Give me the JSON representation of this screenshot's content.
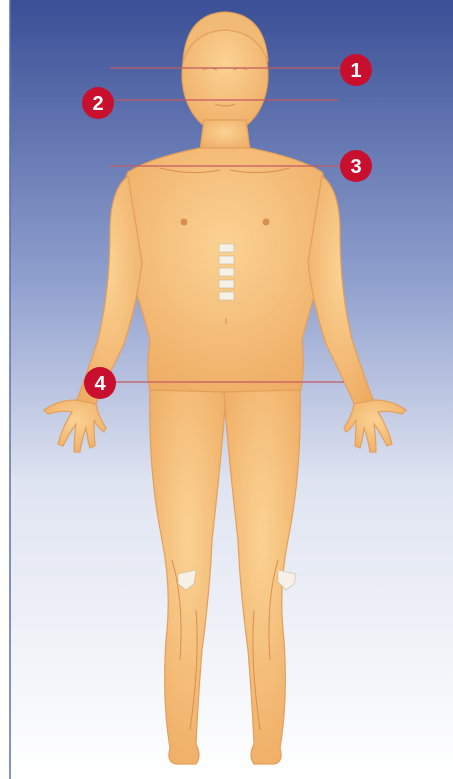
{
  "diagram": {
    "colors": {
      "background_top": "#3a4f96",
      "background_mid": "#8d9dcc",
      "background_bottom": "#ffffff",
      "skin": "#f7c47e",
      "skin_shade": "#e39f5c",
      "marker_fill": "#c8102e",
      "marker_line": "#c45a63",
      "inset_patch": "#f6f1e6"
    },
    "markers": [
      {
        "label": "1"
      },
      {
        "label": "2"
      },
      {
        "label": "3"
      },
      {
        "label": "4"
      }
    ]
  }
}
